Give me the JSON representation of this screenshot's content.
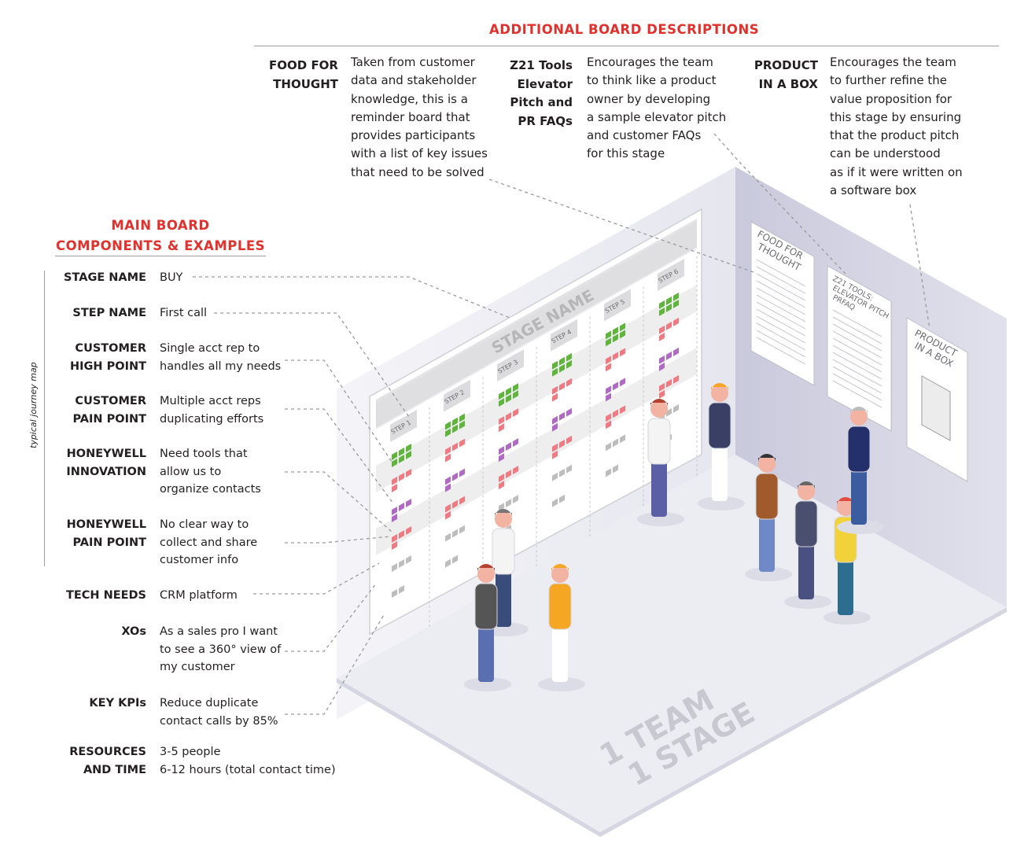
{
  "additional": {
    "title": "ADDITIONAL BOARD DESCRIPTIONS",
    "items": [
      {
        "label_lines": [
          "FOOD FOR",
          "THOUGHT"
        ],
        "text_lines": [
          "Taken from customer",
          "data and stakeholder",
          "knowledge, this is a",
          "reminder board that",
          "provides participants",
          "with a list of key issues",
          "that need to be solved"
        ]
      },
      {
        "label_lines": [
          "Z21 Tools",
          "Elevator",
          "Pitch and",
          "PR FAQs"
        ],
        "text_lines": [
          "Encourages the team",
          "to think like a product",
          "owner by developing",
          "a sample elevator pitch",
          "and customer FAQs",
          "for this stage"
        ]
      },
      {
        "label_lines": [
          "PRODUCT",
          "IN A BOX"
        ],
        "text_lines": [
          "Encourages the team",
          "to further refine the",
          "value proposition for",
          "this stage by ensuring",
          "that the product pitch",
          "can be understood",
          "as if it were written on",
          "a software box"
        ]
      }
    ]
  },
  "main": {
    "title_lines": [
      "MAIN BOARD",
      "COMPONENTS & EXAMPLES"
    ],
    "side_label": "typical journey map",
    "components": [
      {
        "label_lines": [
          "STAGE NAME"
        ],
        "value_lines": [
          "BUY"
        ]
      },
      {
        "label_lines": [
          "STEP NAME"
        ],
        "value_lines": [
          "First call"
        ]
      },
      {
        "label_lines": [
          "CUSTOMER",
          "HIGH POINT"
        ],
        "value_lines": [
          "Single acct rep to",
          "handles all my needs"
        ]
      },
      {
        "label_lines": [
          "CUSTOMER",
          "PAIN POINT"
        ],
        "value_lines": [
          "Multiple acct reps",
          "duplicating efforts"
        ]
      },
      {
        "label_lines": [
          "HONEYWELL",
          "INNOVATION"
        ],
        "value_lines": [
          "Need tools that",
          "allow us to",
          "organize contacts"
        ]
      },
      {
        "label_lines": [
          "HONEYWELL",
          "PAIN POINT"
        ],
        "value_lines": [
          "No clear way to",
          "collect and share",
          "customer info"
        ]
      },
      {
        "label_lines": [
          "TECH NEEDS"
        ],
        "value_lines": [
          "CRM platform"
        ]
      },
      {
        "label_lines": [
          "XOs"
        ],
        "value_lines": [
          "As a sales pro I want",
          "to see a 360° view of",
          "my customer"
        ]
      },
      {
        "label_lines": [
          "KEY KPIs"
        ],
        "value_lines": [
          "Reduce duplicate",
          "contact calls by 85%"
        ]
      },
      {
        "label_lines": [
          "RESOURCES",
          "AND TIME"
        ],
        "value_lines": [
          "3-5 people",
          "6-12 hours (total contact time)"
        ]
      }
    ]
  },
  "board": {
    "stage_name": "STAGE NAME",
    "steps": [
      "STEP 1",
      "STEP 2",
      "STEP 3",
      "STEP 4",
      "STEP 5",
      "STEP 6"
    ]
  },
  "side_boards": [
    {
      "title_lines": [
        "FOOD FOR",
        "THOUGHT"
      ]
    },
    {
      "title_lines": [
        "Z21 TOOLS:",
        "ELEVATOR PITCH",
        "PRFAQ"
      ]
    },
    {
      "title_lines": [
        "PRODUCT",
        "IN A BOX"
      ]
    }
  ],
  "floor_text": [
    "1 TEAM",
    "1 STAGE"
  ],
  "colors": {
    "accent_red": "#e0312c",
    "text": "#231f20",
    "room_wall": "#f1f1f6",
    "room_wall_right": "#d8d8e6",
    "floor": "#e9e9f1",
    "sticky_green": "#5fb53c",
    "sticky_red": "#f07a82",
    "sticky_purple": "#b06ac4",
    "sticky_gray": "#bdbdbd"
  }
}
